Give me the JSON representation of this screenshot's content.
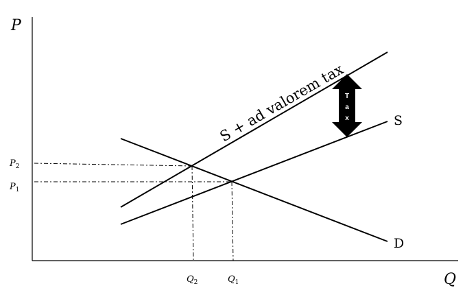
{
  "axes": {
    "y_label": "P",
    "x_label": "Q"
  },
  "curves": {
    "taxed_supply_label": "S + ad valorem tax",
    "supply_label": "S",
    "demand_label": "D"
  },
  "prices": {
    "p2": {
      "base": "P",
      "sub": "2"
    },
    "p1": {
      "base": "P",
      "sub": "1"
    }
  },
  "quantities": {
    "q2": {
      "base": "Q",
      "sub": "2"
    },
    "q1": {
      "base": "Q",
      "sub": "1"
    }
  },
  "tax_arrow": {
    "letters": [
      "T",
      "a",
      "x"
    ]
  },
  "colors": {
    "line": "#000000",
    "background": "#ffffff"
  }
}
